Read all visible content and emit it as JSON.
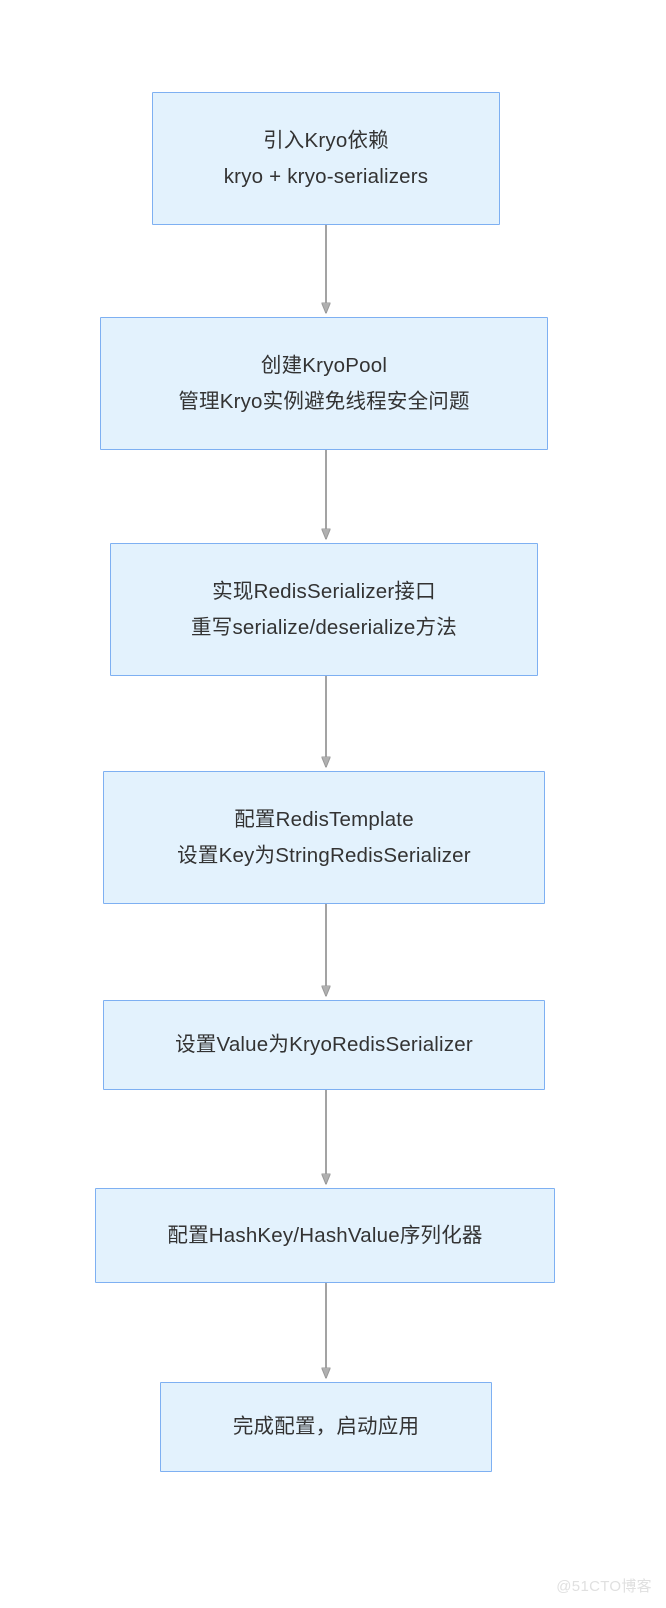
{
  "diagram": {
    "type": "flowchart",
    "direction": "top-to-bottom",
    "background_color": "#ffffff",
    "node_fill_color": "#e3f2fd",
    "node_border_color": "#7eb0f2",
    "node_text_color": "#333333",
    "edge_color": "#999999",
    "nodes": [
      {
        "id": "n1",
        "lines": [
          "引入Kryo依赖",
          "kryo + kryo-serializers"
        ]
      },
      {
        "id": "n2",
        "lines": [
          "创建KryoPool",
          "管理Kryo实例避免线程安全问题"
        ]
      },
      {
        "id": "n3",
        "lines": [
          "实现RedisSerializer接口",
          "重写serialize/deserialize方法"
        ]
      },
      {
        "id": "n4",
        "lines": [
          "配置RedisTemplate",
          "设置Key为StringRedisSerializer"
        ]
      },
      {
        "id": "n5",
        "lines": [
          "设置Value为KryoRedisSerializer"
        ]
      },
      {
        "id": "n6",
        "lines": [
          "配置HashKey/HashValue序列化器"
        ]
      },
      {
        "id": "n7",
        "lines": [
          "完成配置，启动应用"
        ]
      }
    ],
    "edges": [
      {
        "from": "n1",
        "to": "n2",
        "arrow": "arrowhead-down"
      },
      {
        "from": "n2",
        "to": "n3",
        "arrow": "arrowhead-down"
      },
      {
        "from": "n3",
        "to": "n4",
        "arrow": "arrowhead-down"
      },
      {
        "from": "n4",
        "to": "n5",
        "arrow": "arrowhead-down"
      },
      {
        "from": "n5",
        "to": "n6",
        "arrow": "arrowhead-down"
      },
      {
        "from": "n6",
        "to": "n7",
        "arrow": "arrowhead-down"
      }
    ]
  },
  "watermark": {
    "text": "@51CTO博客"
  }
}
